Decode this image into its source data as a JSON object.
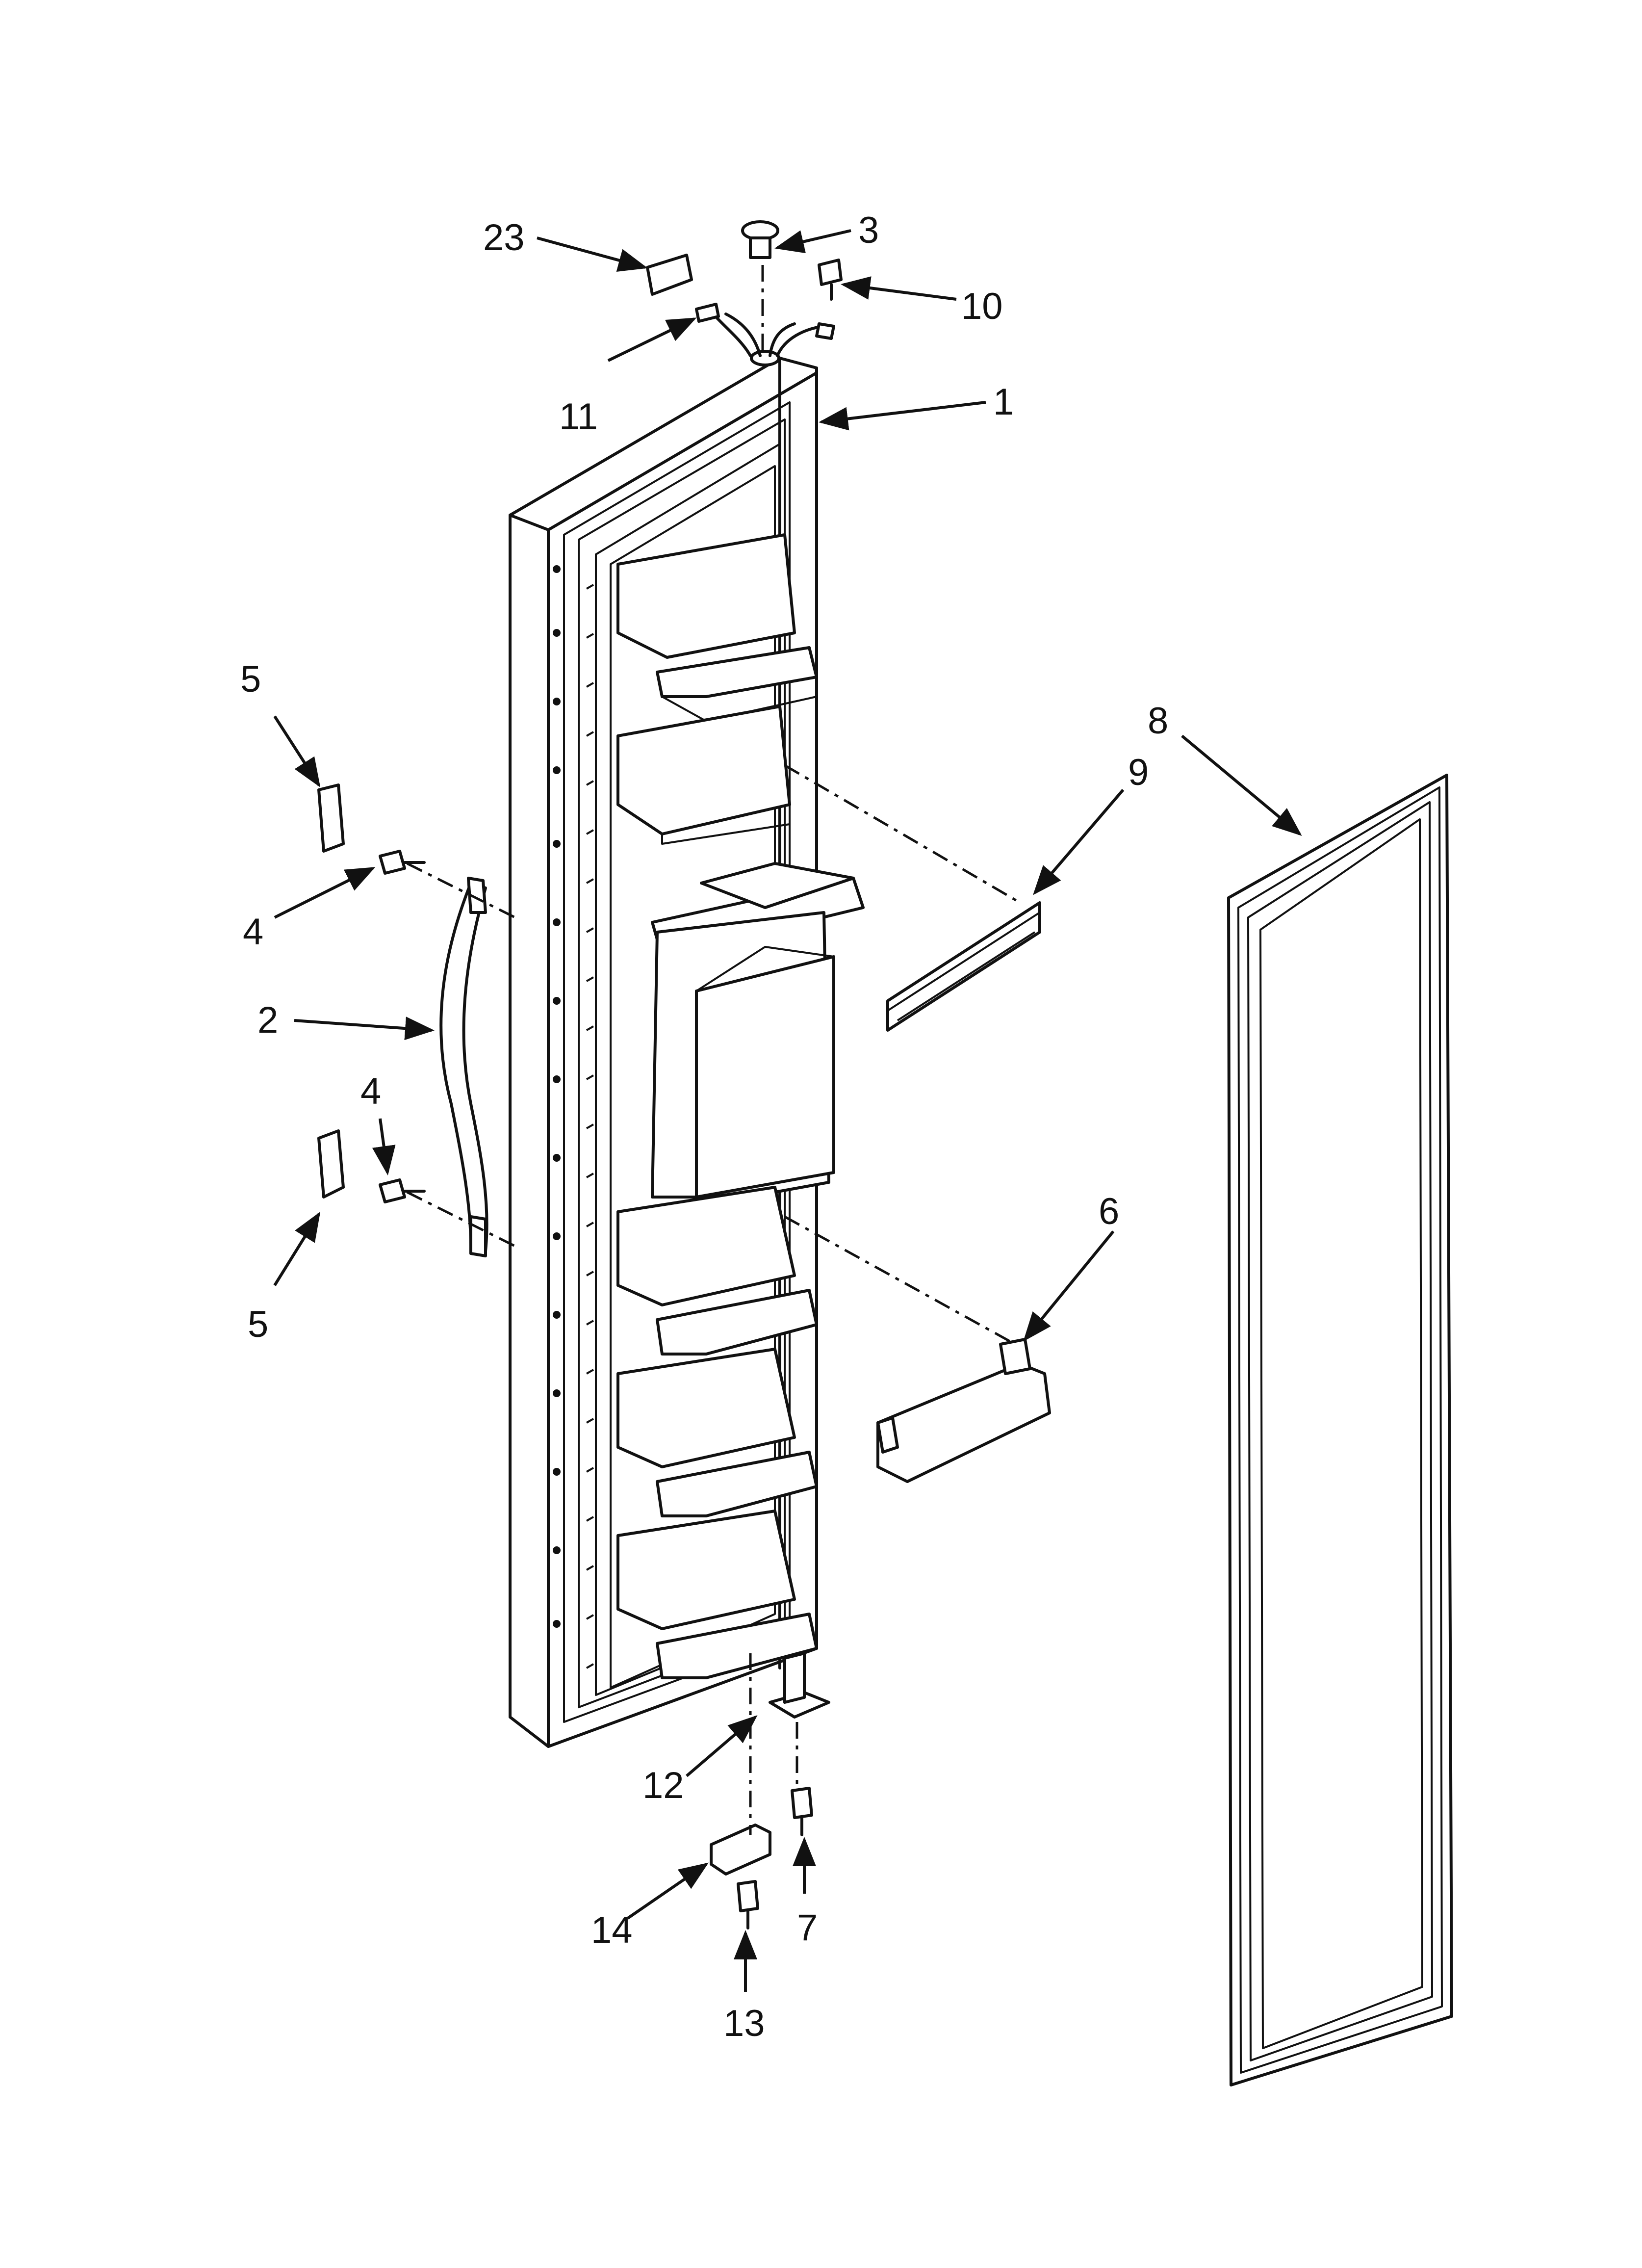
{
  "diagram": {
    "type": "exploded parts view",
    "callouts": [
      {
        "id": "c23",
        "text": "23"
      },
      {
        "id": "c3",
        "text": "3"
      },
      {
        "id": "c10",
        "text": "10"
      },
      {
        "id": "c11",
        "text": "11"
      },
      {
        "id": "c1",
        "text": "1"
      },
      {
        "id": "c5a",
        "text": "5"
      },
      {
        "id": "c4a",
        "text": "4"
      },
      {
        "id": "c2",
        "text": "2"
      },
      {
        "id": "c4b",
        "text": "4"
      },
      {
        "id": "c5b",
        "text": "5"
      },
      {
        "id": "c8",
        "text": "8"
      },
      {
        "id": "c9",
        "text": "9"
      },
      {
        "id": "c6",
        "text": "6"
      },
      {
        "id": "c12",
        "text": "12"
      },
      {
        "id": "c14",
        "text": "14"
      },
      {
        "id": "c7",
        "text": "7"
      },
      {
        "id": "c13",
        "text": "13"
      }
    ]
  }
}
